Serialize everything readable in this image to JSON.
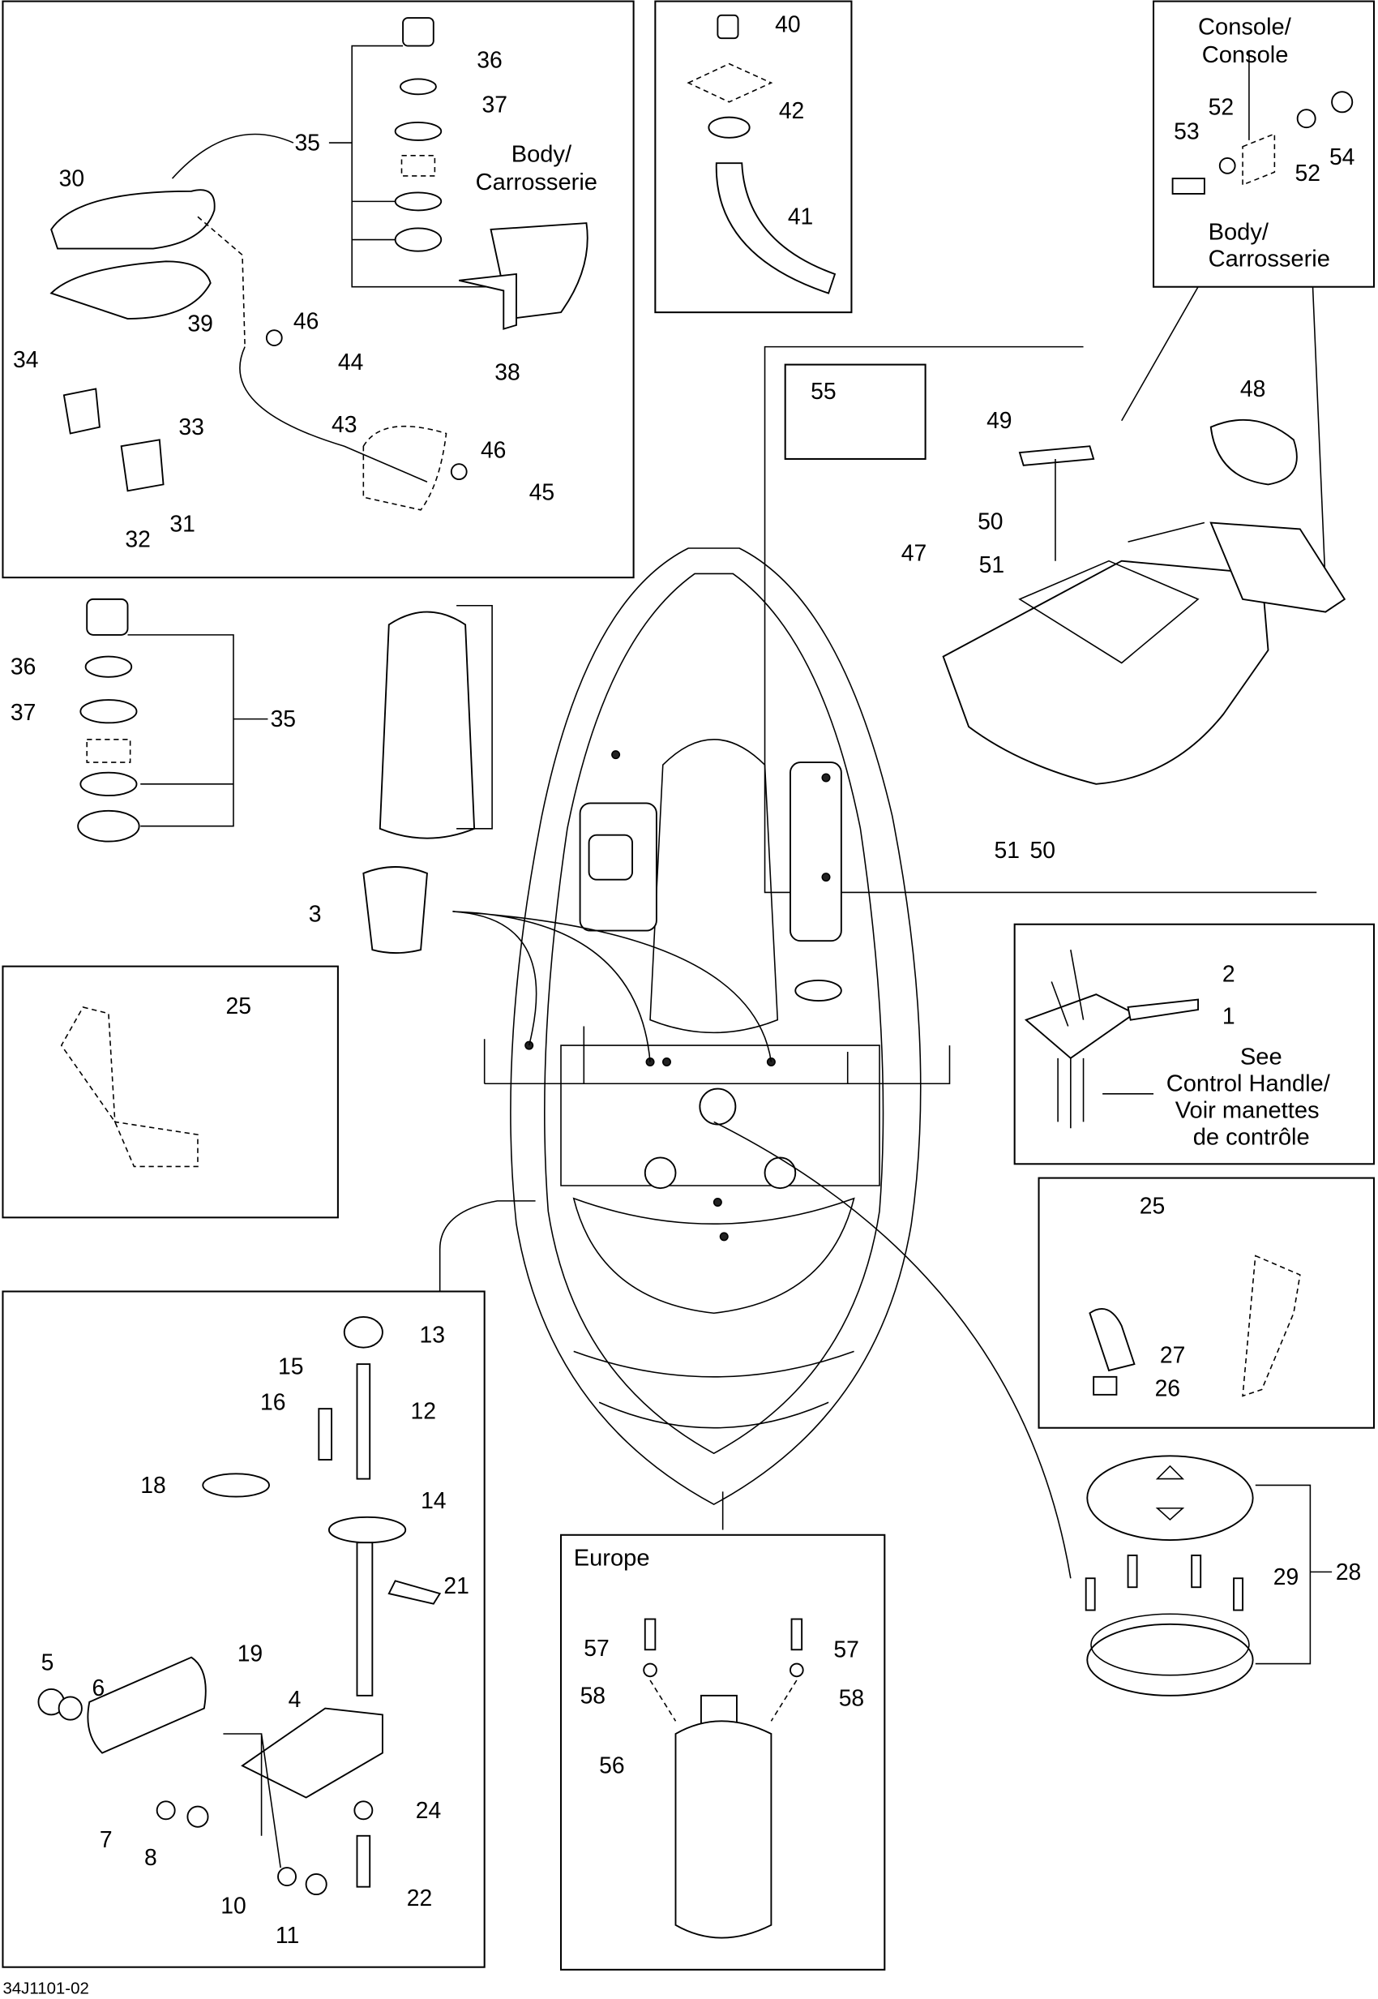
{
  "diagram": {
    "figure_code": "34J1101-02",
    "seat_box": {
      "callouts": [
        "36",
        "37",
        "35",
        "30",
        "39",
        "46",
        "44",
        "34",
        "33",
        "43",
        "46",
        "45",
        "38",
        "31",
        "32"
      ],
      "body_label": [
        "Body/",
        "Carrosserie"
      ]
    },
    "hose_box": {
      "callouts": [
        "40",
        "42",
        "41"
      ]
    },
    "console_box": {
      "console_label": [
        "Console/",
        "Console"
      ],
      "callouts": [
        "52",
        "53",
        "54",
        "52"
      ],
      "body_label": [
        "Body/",
        "Carrosserie"
      ]
    },
    "console_assembly": {
      "callouts": [
        "55",
        "48",
        "49",
        "50",
        "51",
        "47",
        "51",
        "50"
      ]
    },
    "storage_left": {
      "callouts": [
        "36",
        "37",
        "35",
        "3"
      ]
    },
    "left_bracket_box": {
      "callouts": [
        "25"
      ]
    },
    "control_box": {
      "callouts": [
        "2",
        "1"
      ],
      "note": [
        "See",
        "Control Handle/",
        "Voir manettes",
        "de contrôle"
      ]
    },
    "right_bracket_box": {
      "callouts": [
        "25",
        "27",
        "26"
      ]
    },
    "steering_box": {
      "callouts": [
        "13",
        "15",
        "12",
        "16",
        "18",
        "14",
        "21",
        "19",
        "5",
        "6",
        "4",
        "24",
        "7",
        "8",
        "22",
        "10",
        "11"
      ]
    },
    "hatch": {
      "callouts": [
        "28",
        "29"
      ]
    },
    "europe_box": {
      "title": "Europe",
      "callouts": [
        "57",
        "57",
        "58",
        "58",
        "56"
      ]
    }
  }
}
